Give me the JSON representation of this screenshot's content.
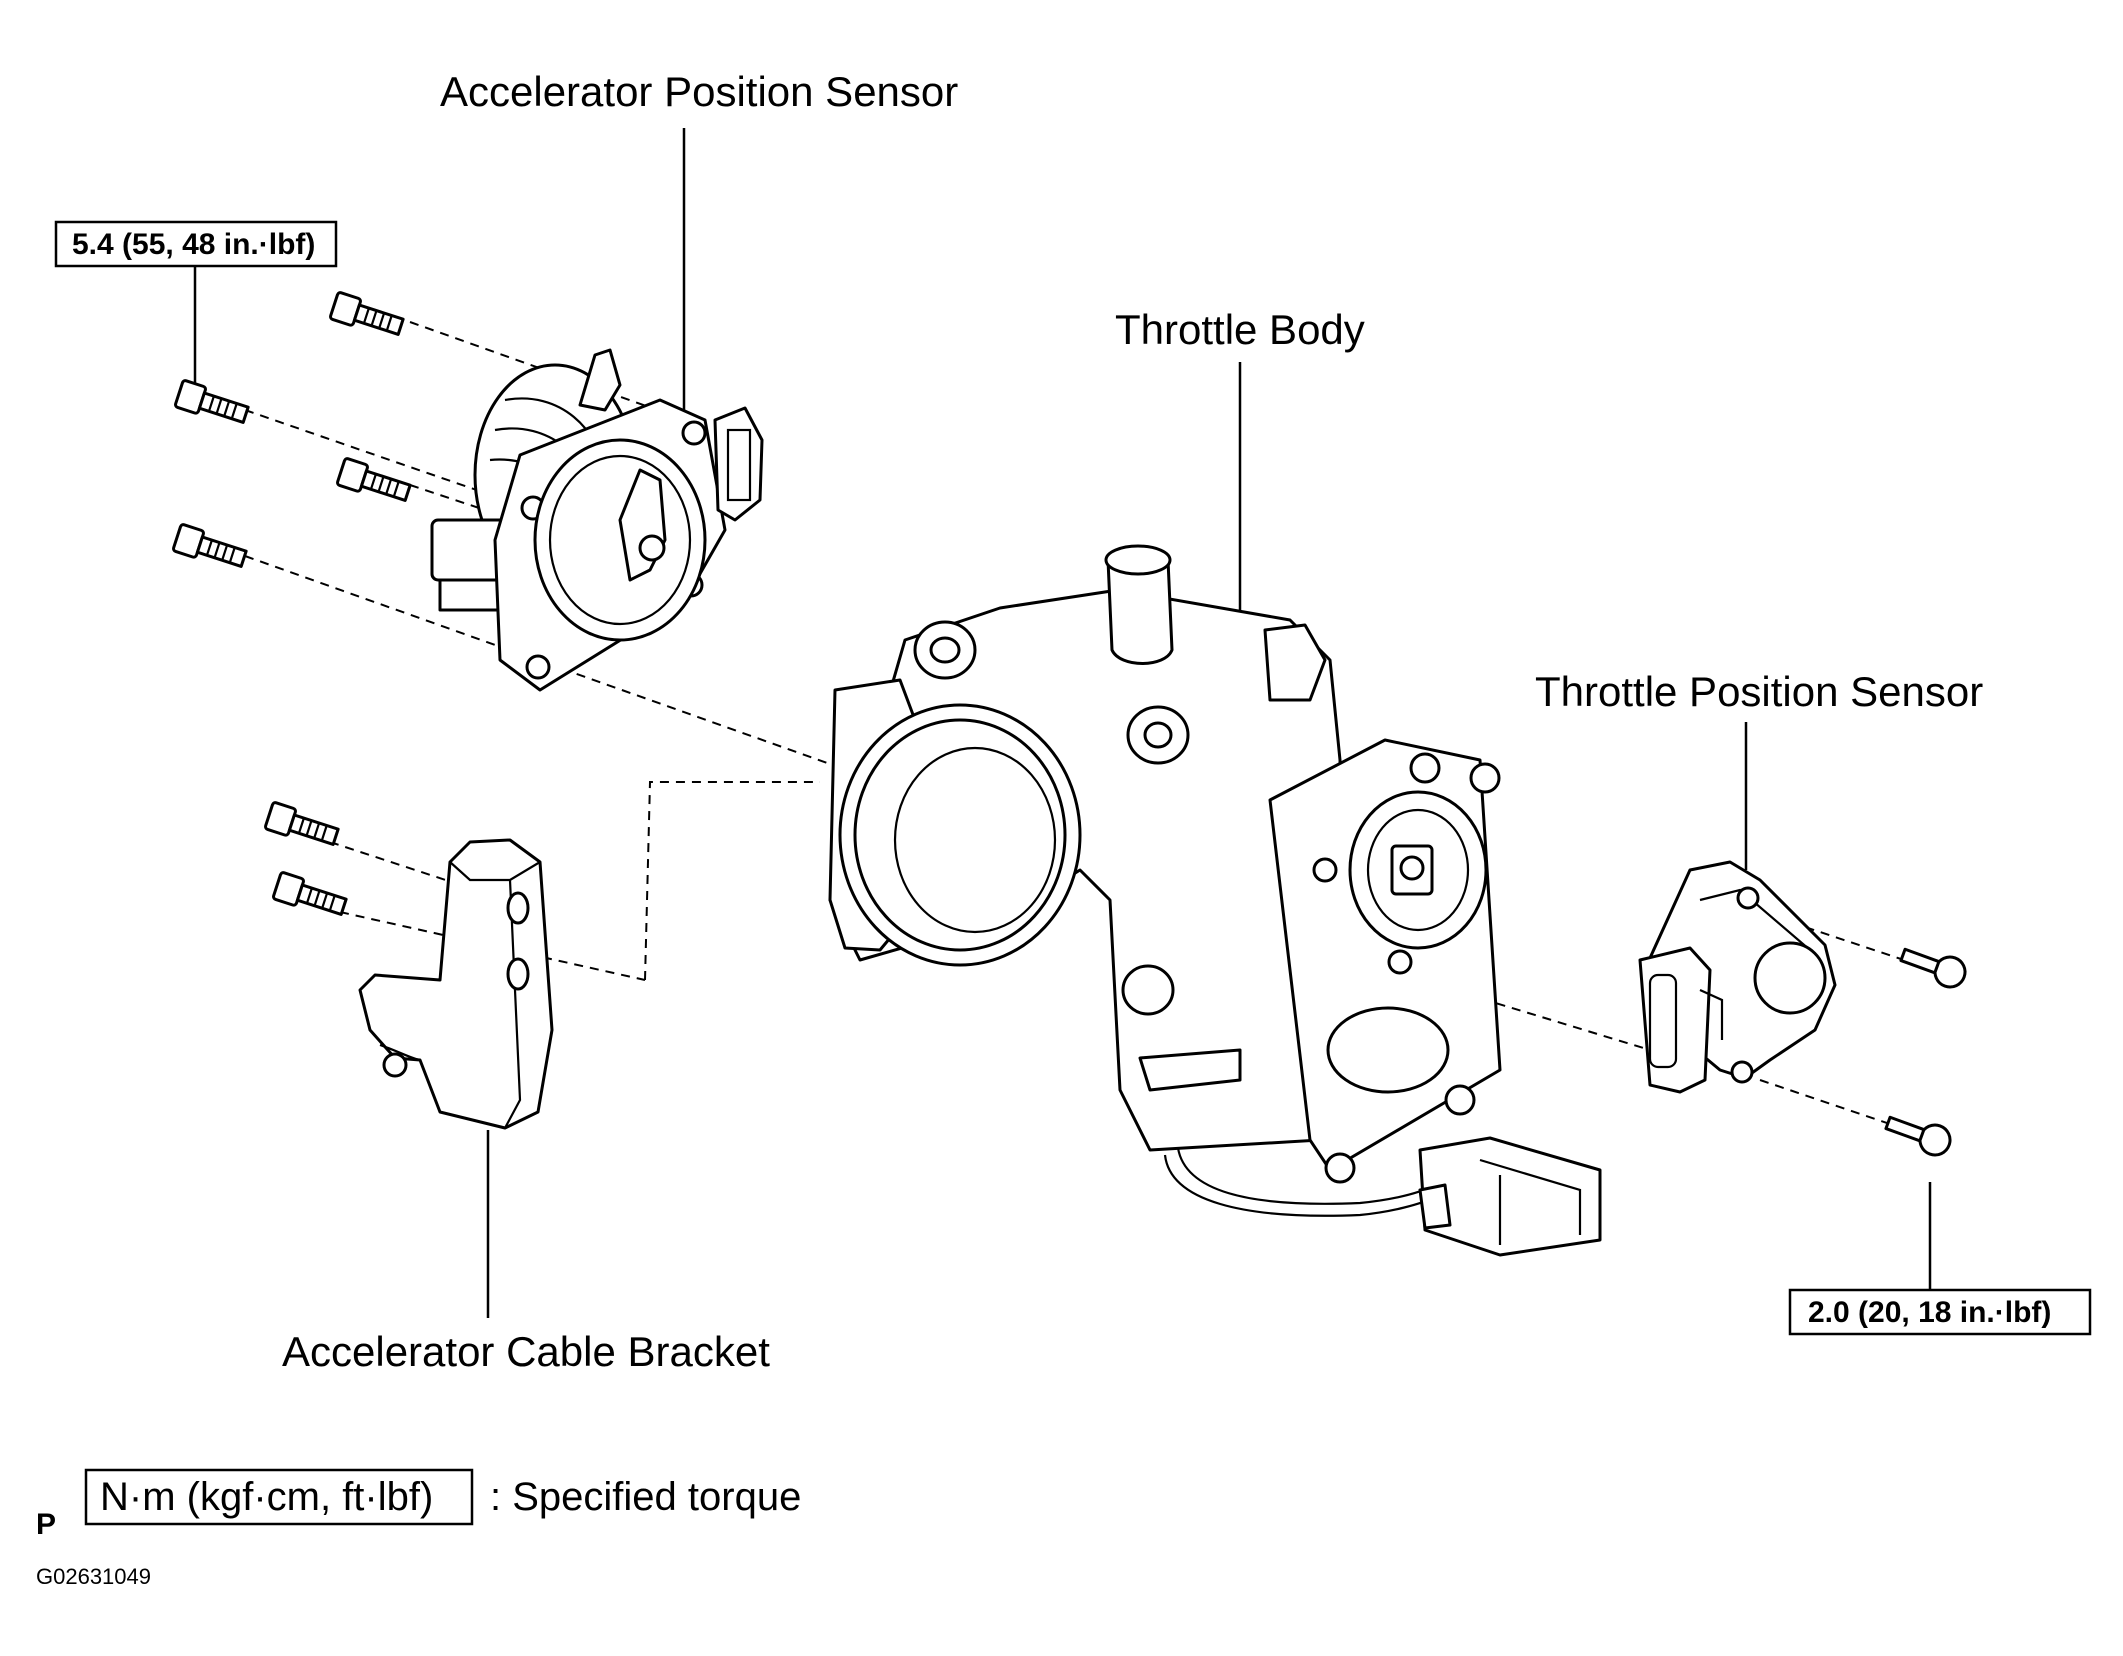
{
  "labels": {
    "accelerator_position_sensor": "Accelerator Position Sensor",
    "throttle_body": "Throttle Body",
    "throttle_position_sensor": "Throttle Position Sensor",
    "accelerator_cable_bracket": "Accelerator Cable Bracket"
  },
  "torques": {
    "aps_bolts": "5.4 (55, 48 in.·lbf)",
    "tps_bolts": "2.0 (20, 18 in.·lbf)"
  },
  "legend": {
    "box_text": "N·m (kgf·cm, ft·lbf)",
    "description": ": Specified torque"
  },
  "footer": {
    "letter": "P",
    "figure_code": "G02631049"
  }
}
